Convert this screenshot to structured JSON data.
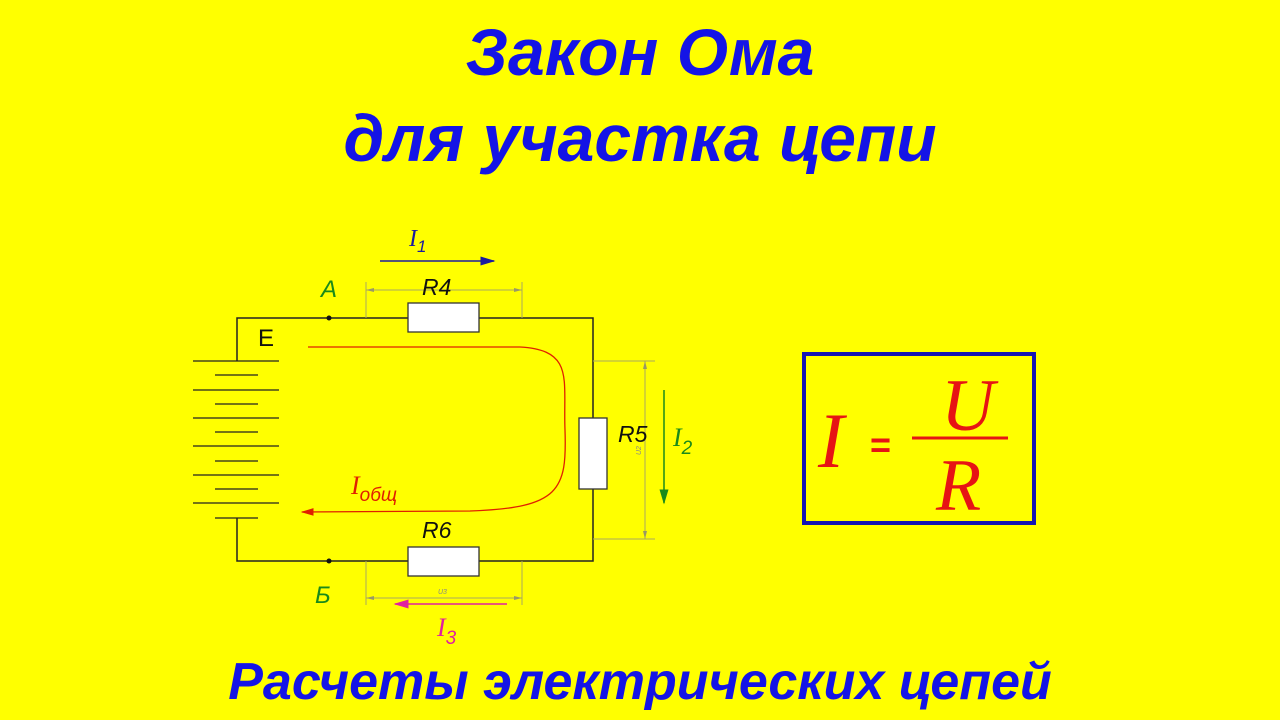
{
  "title": {
    "line1": "Закон Ома",
    "line2": "для участка цепи"
  },
  "subtitle": "Расчеты электрических цепей",
  "circuit": {
    "source_label": "E",
    "node_a": "А",
    "node_b": "Б",
    "resistors": [
      "R4",
      "R5",
      "R6"
    ],
    "currents": {
      "i1": "I",
      "i1_sub": "1",
      "i2": "I",
      "i2_sub": "2",
      "i3": "I",
      "i3_sub": "3",
      "total": "I",
      "total_sub": "общ"
    },
    "voltage_labels": {
      "u2": "U2",
      "u3": "U3"
    }
  },
  "formula": {
    "lhs": "I",
    "eq": "=",
    "numerator": "U",
    "denominator": "R"
  },
  "colors": {
    "background": "#ffff00",
    "title": "#1414e6",
    "formula": "#e61414",
    "node": "#1a8a1a",
    "i1": "#1a1aa0",
    "i2": "#1a8a1a",
    "i3": "#e020a0",
    "total": "#e02000"
  }
}
